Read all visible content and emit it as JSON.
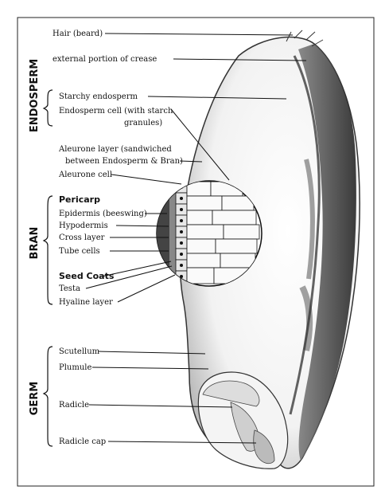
{
  "sections": {
    "endosperm": "ENDOSPERM",
    "bran": "BRAN",
    "germ": "GERM"
  },
  "labels": {
    "hair": "Hair (beard)",
    "crease": "external portion of crease",
    "starchy_endosperm": "Starchy endosperm",
    "endosperm_cell_1": "Endosperm cell (with starch",
    "endosperm_cell_2": "granules)",
    "aleurone_layer_1": "Aleurone layer (sandwiched",
    "aleurone_layer_2": "between Endosperm & Bran)",
    "aleurone_cell": "Aleurone cell",
    "pericarp": "Pericarp",
    "epidermis": "Epidermis (beeswing)",
    "hypodermis": "Hypodermis",
    "cross_layer": "Cross layer",
    "tube_cells": "Tube cells",
    "seed_coats": "Seed Coats",
    "testa": "Testa",
    "hyaline_layer": "Hyaline layer",
    "scutellum": "Scutellum",
    "plumule": "Plumule",
    "radicle": "Radicle",
    "radicle_cap": "Radicle cap"
  }
}
